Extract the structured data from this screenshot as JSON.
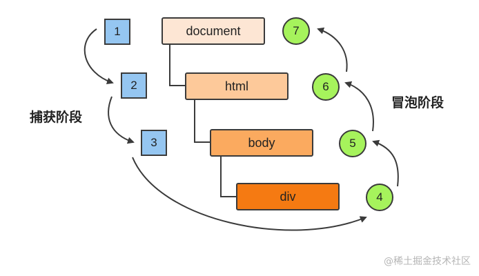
{
  "nodes": {
    "document": {
      "label": "document",
      "fill": "#fde6d4"
    },
    "html": {
      "label": "html",
      "fill": "#fdc99a"
    },
    "body": {
      "label": "body",
      "fill": "#fbaa5f"
    },
    "div": {
      "label": "div",
      "fill": "#f57a12"
    }
  },
  "capture_steps": [
    "1",
    "2",
    "3"
  ],
  "bubble_steps": [
    "4",
    "5",
    "6",
    "7"
  ],
  "phases": {
    "capture": "捕获阶段",
    "bubble": "冒泡阶段"
  },
  "watermark": "@稀土掘金技术社区",
  "colors": {
    "capture_square": "#95c6f1",
    "bubble_circle": "#a6f35c",
    "stroke": "#3a3a3a"
  }
}
